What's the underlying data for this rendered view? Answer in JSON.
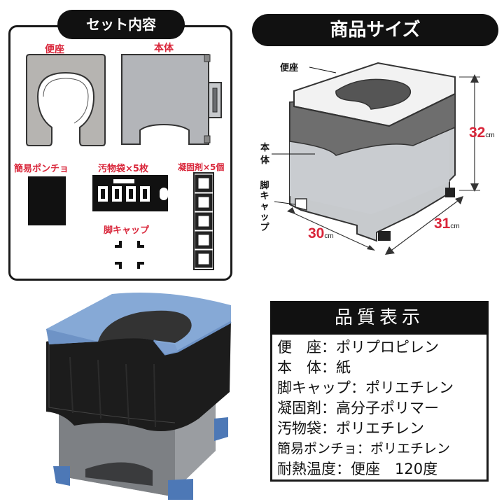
{
  "set_contents": {
    "title": "セット内容",
    "items": {
      "seat": "便座",
      "body": "本体",
      "poncho": "簡易ポンチョ",
      "waste_bag": "汚物袋×5枚",
      "coagulant": "凝固剤×5個",
      "leg_cap": "脚キャップ"
    }
  },
  "product_size": {
    "title": "商品サイズ",
    "label_seat": "便座",
    "label_body_1": "本",
    "label_body_2": "体",
    "label_leg_cap": [
      "脚",
      "キ",
      "ャ",
      "ッ",
      "プ"
    ],
    "height": {
      "value": "32",
      "unit": "cm"
    },
    "width": {
      "value": "30",
      "unit": "cm"
    },
    "depth": {
      "value": "31",
      "unit": "cm"
    }
  },
  "quality": {
    "title": "品質表示",
    "rows": [
      {
        "label": "便　座",
        "sep": "：",
        "value": "ポリプロピレン"
      },
      {
        "label": "本　体",
        "sep": "：",
        "value": "紙"
      },
      {
        "label": "脚キャップ",
        "sep": "：",
        "value": "ポリエチレン"
      },
      {
        "label": "凝固剤",
        "sep": "：",
        "value": "高分子ポリマー"
      },
      {
        "label": "汚物袋",
        "sep": "：",
        "value": "ポリエチレン"
      },
      {
        "label": "簡易ポンチョ",
        "sep": "：",
        "value": "ポリエチレン"
      },
      {
        "label": "耐熱温度",
        "sep": "：",
        "value": "便座　120度"
      }
    ]
  },
  "colors": {
    "accent_red": "#d9263a",
    "seat_blue": "#86a9d6",
    "body_gray": "#8c8f93",
    "bag_black": "#1c1c1c"
  }
}
